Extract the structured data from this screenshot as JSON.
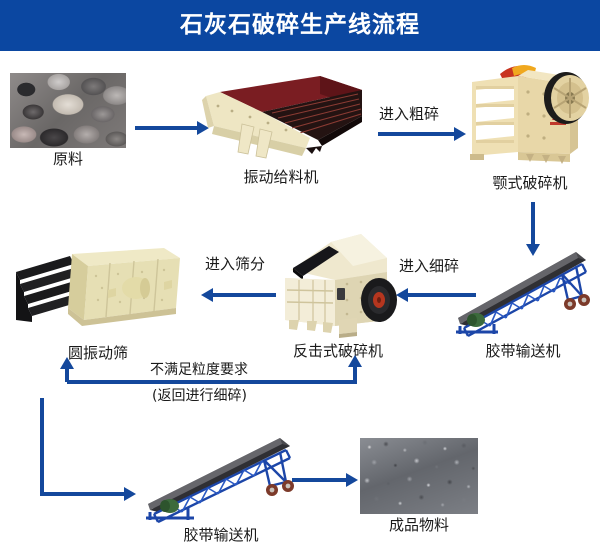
{
  "header": {
    "title": "石灰石破碎生产线流程",
    "background_color": "#0b47a1",
    "text_color": "#ffffff"
  },
  "theme": {
    "arrow_color": "#14489c",
    "caption_color": "#1a1a1a",
    "page_background": "#ffffff"
  },
  "nodes": [
    {
      "id": "raw-material",
      "label": "原料",
      "kind": "photo-rocks"
    },
    {
      "id": "vibrating-feeder",
      "label": "振动给料机",
      "kind": "machine-feeder"
    },
    {
      "id": "jaw-crusher",
      "label": "颚式破碎机",
      "kind": "machine-jaw-crusher"
    },
    {
      "id": "belt-conveyor-1",
      "label": "胶带输送机",
      "kind": "machine-conveyor"
    },
    {
      "id": "impact-crusher",
      "label": "反击式破碎机",
      "kind": "machine-impact-crusher"
    },
    {
      "id": "vibrating-screen",
      "label": "圆振动筛",
      "kind": "machine-screen"
    },
    {
      "id": "belt-conveyor-2",
      "label": "胶带输送机",
      "kind": "machine-conveyor"
    },
    {
      "id": "finished-product",
      "label": "成品物料",
      "kind": "photo-gravel"
    }
  ],
  "arrows": [
    {
      "id": "raw-to-feeder",
      "label": "",
      "direction": "right"
    },
    {
      "id": "feeder-to-jaw",
      "label": "进入粗碎",
      "direction": "right"
    },
    {
      "id": "jaw-to-conveyor1",
      "label": "",
      "direction": "down"
    },
    {
      "id": "conveyor1-to-impact",
      "label": "进入细碎",
      "direction": "left"
    },
    {
      "id": "impact-to-screen",
      "label": "进入筛分",
      "direction": "left"
    },
    {
      "id": "screen-to-conveyor2",
      "label": "",
      "direction": "down-right"
    },
    {
      "id": "conveyor2-to-product",
      "label": "",
      "direction": "right"
    },
    {
      "id": "oversize-return",
      "label": "",
      "direction": "left-up"
    }
  ],
  "loop_labels": {
    "line1": "不满足粒度要求",
    "line2": "(返回进行细碎)"
  }
}
